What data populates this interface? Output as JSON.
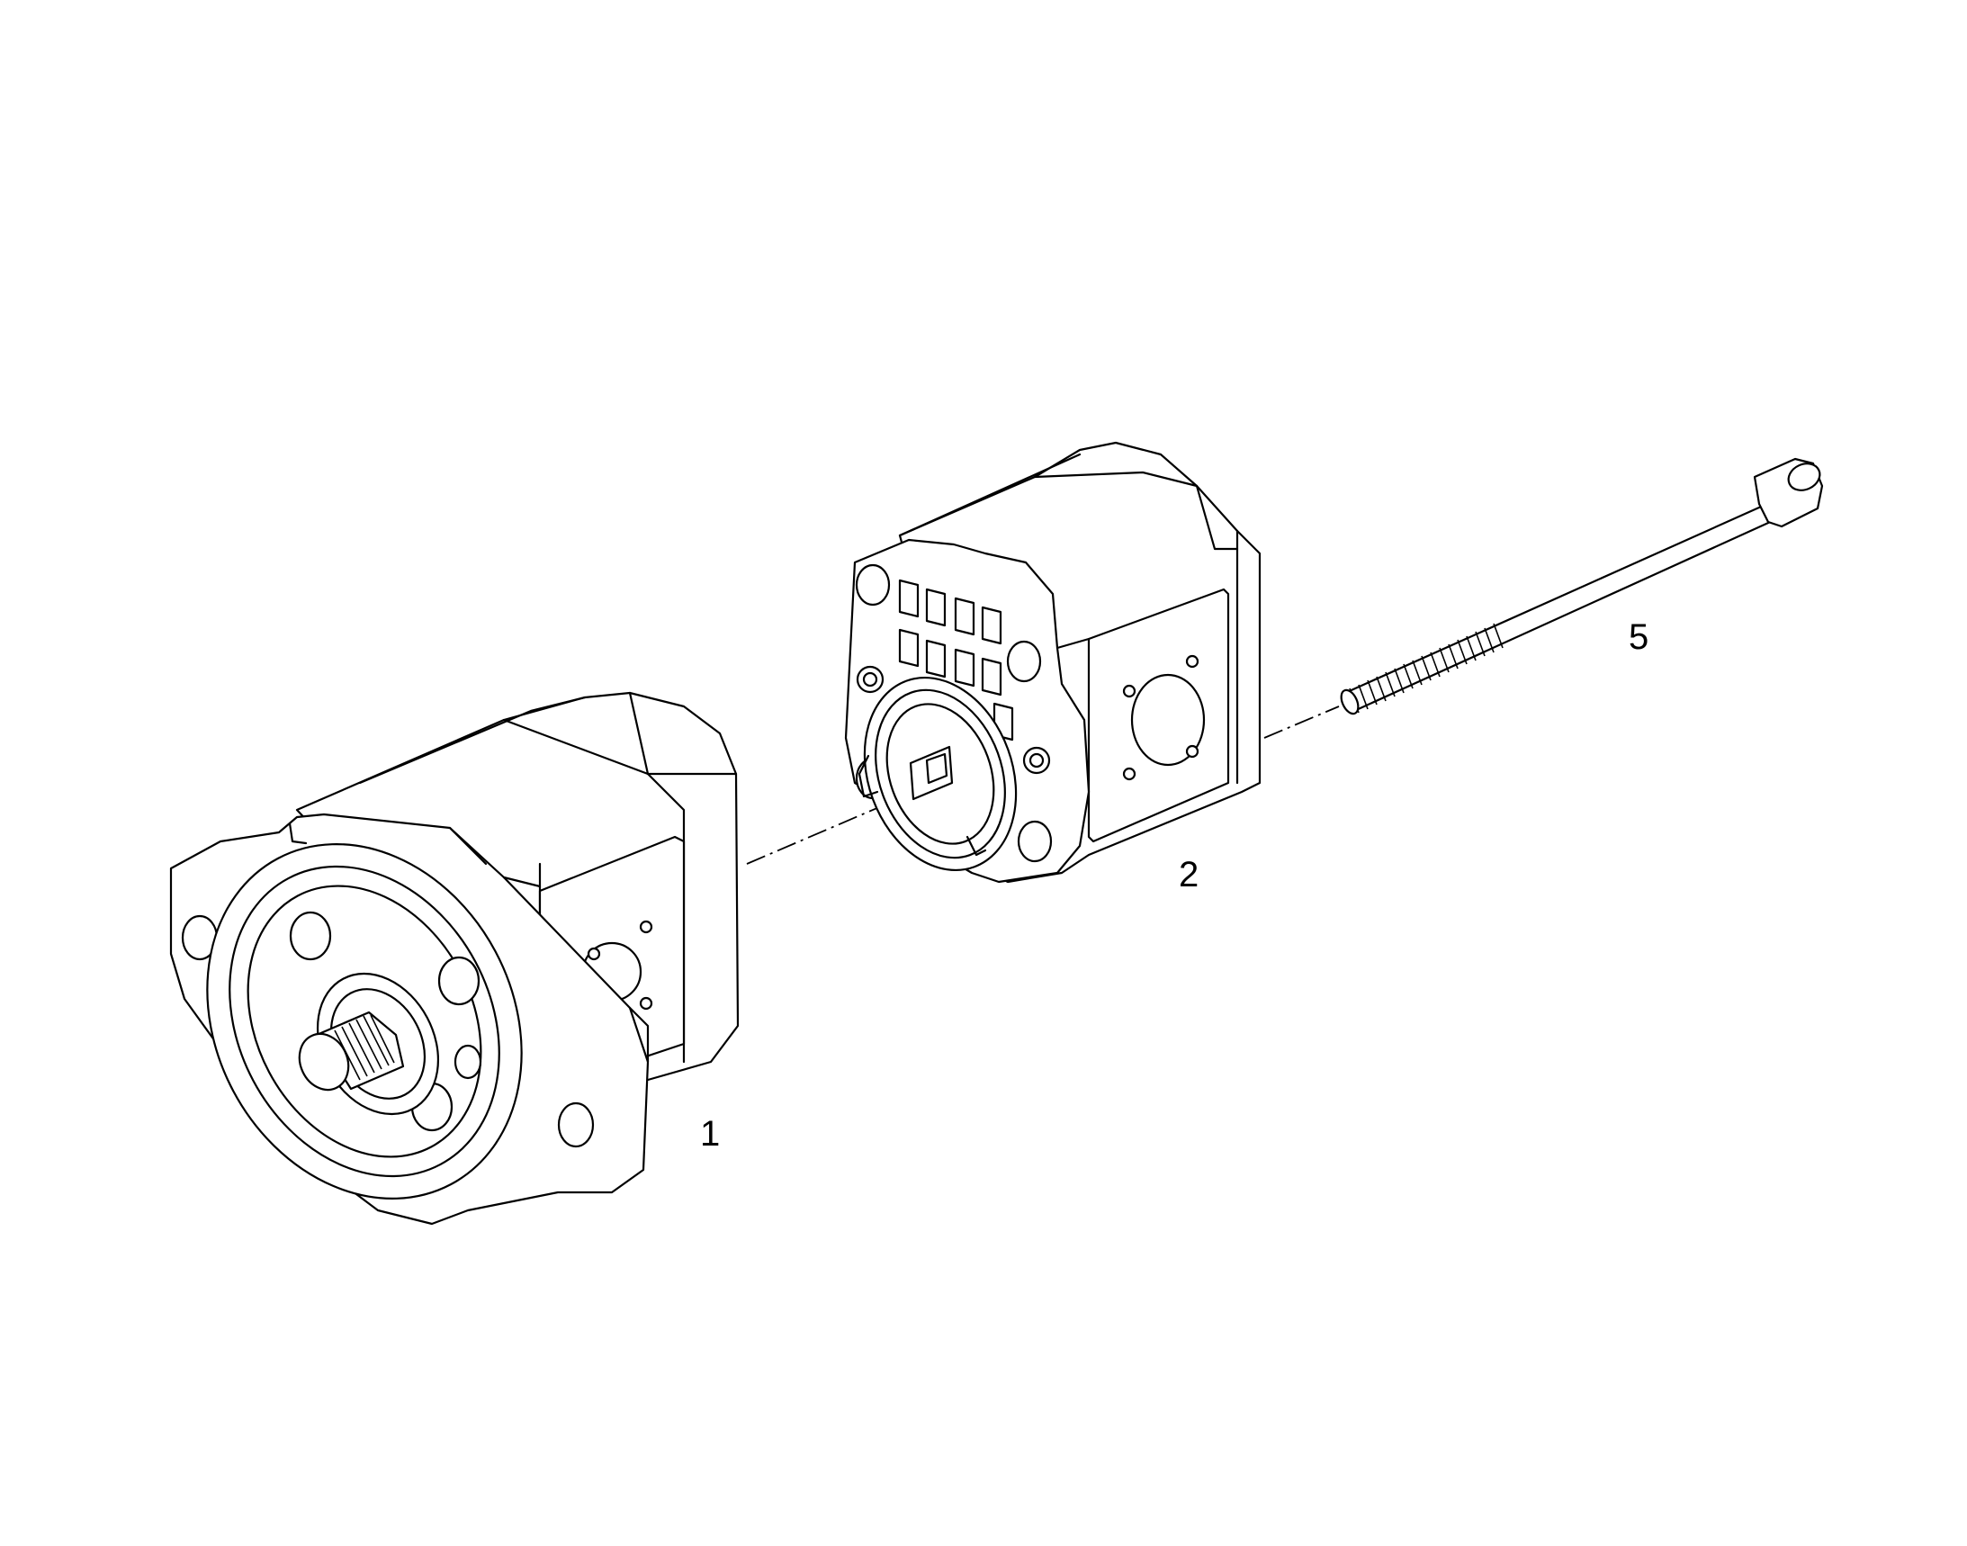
{
  "callouts": {
    "part1": "1",
    "part2": "2",
    "part5": "5"
  },
  "colors": {
    "line": "#000000",
    "background": "#ffffff"
  }
}
